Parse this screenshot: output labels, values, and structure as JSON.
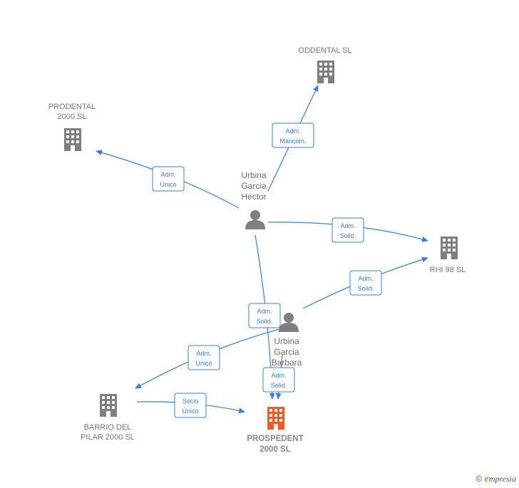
{
  "colors": {
    "edge": "#3d7fd6",
    "building": "#7f7f7f",
    "building_main": "#f05a28",
    "person": "#7f7f7f"
  },
  "nodes": {
    "oddental": {
      "label": [
        "ODDENTAL  SL"
      ],
      "type": "building"
    },
    "prodental": {
      "label": [
        "PRODENTAL",
        "2000  SL"
      ],
      "type": "building"
    },
    "rhi98": {
      "label": [
        "RHI 98  SL"
      ],
      "type": "building"
    },
    "barrio": {
      "label": [
        "BARRIO DEL",
        "PILAR 2000 SL"
      ],
      "type": "building"
    },
    "prospedent": {
      "label": [
        "PROSPEDENT",
        "2000  SL"
      ],
      "type": "building-main"
    },
    "hector": {
      "label": [
        "Urbina",
        "Garcia",
        "Hector"
      ],
      "type": "person"
    },
    "barbara": {
      "label": [
        "Urbina",
        "Garcia",
        "Barbara"
      ],
      "type": "person"
    }
  },
  "edges": [
    {
      "id": "hector-oddental",
      "label": [
        "Adm.",
        "Mancom."
      ]
    },
    {
      "id": "hector-prodental",
      "label": [
        "Adm.",
        "Unico"
      ]
    },
    {
      "id": "hector-rhi98",
      "label": [
        "Adm.",
        "Solid."
      ]
    },
    {
      "id": "barbara-rhi98",
      "label": [
        "Adm.",
        "Solid."
      ]
    },
    {
      "id": "hector-prospedent",
      "label": [
        "Adm.",
        "Solid."
      ]
    },
    {
      "id": "barbara-barrio",
      "label": [
        "Adm.",
        "Unico"
      ]
    },
    {
      "id": "barbara-prospedent",
      "label": [
        "Adm.",
        "Solid."
      ]
    },
    {
      "id": "barrio-prospedent",
      "label": [
        "Socio",
        "Único"
      ]
    }
  ],
  "footer": {
    "copyright": "©",
    "brand_e": "e",
    "brand_rest": "mpresia"
  }
}
